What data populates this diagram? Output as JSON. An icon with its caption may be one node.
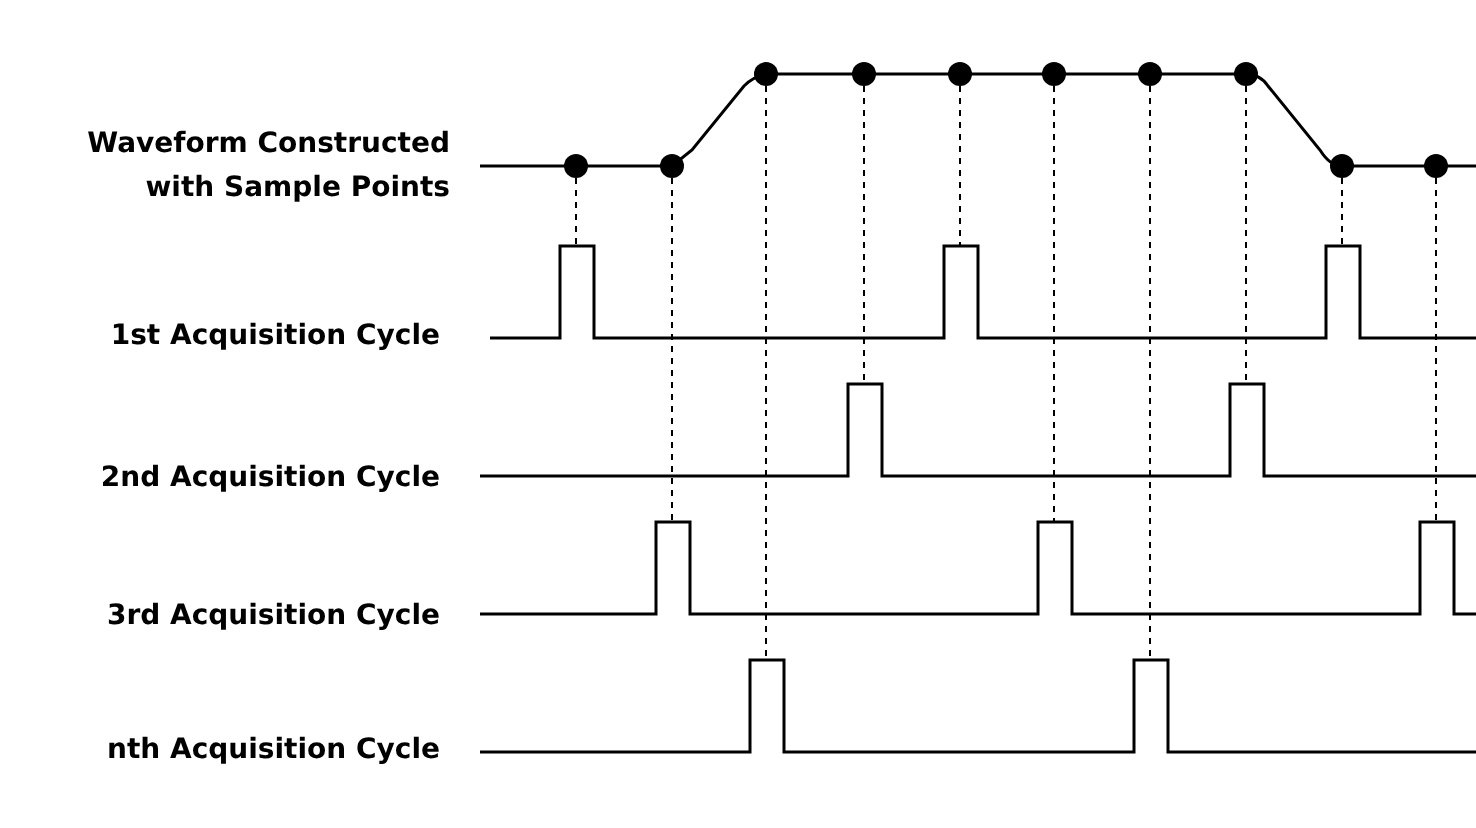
{
  "diagram": {
    "labels": [
      "Waveform Constructed with Sample Points",
      "1st Acquisition Cycle",
      "2nd Acquisition Cycle",
      "3rd Acquisition Cycle",
      "nth Acquisition Cycle"
    ]
  }
}
